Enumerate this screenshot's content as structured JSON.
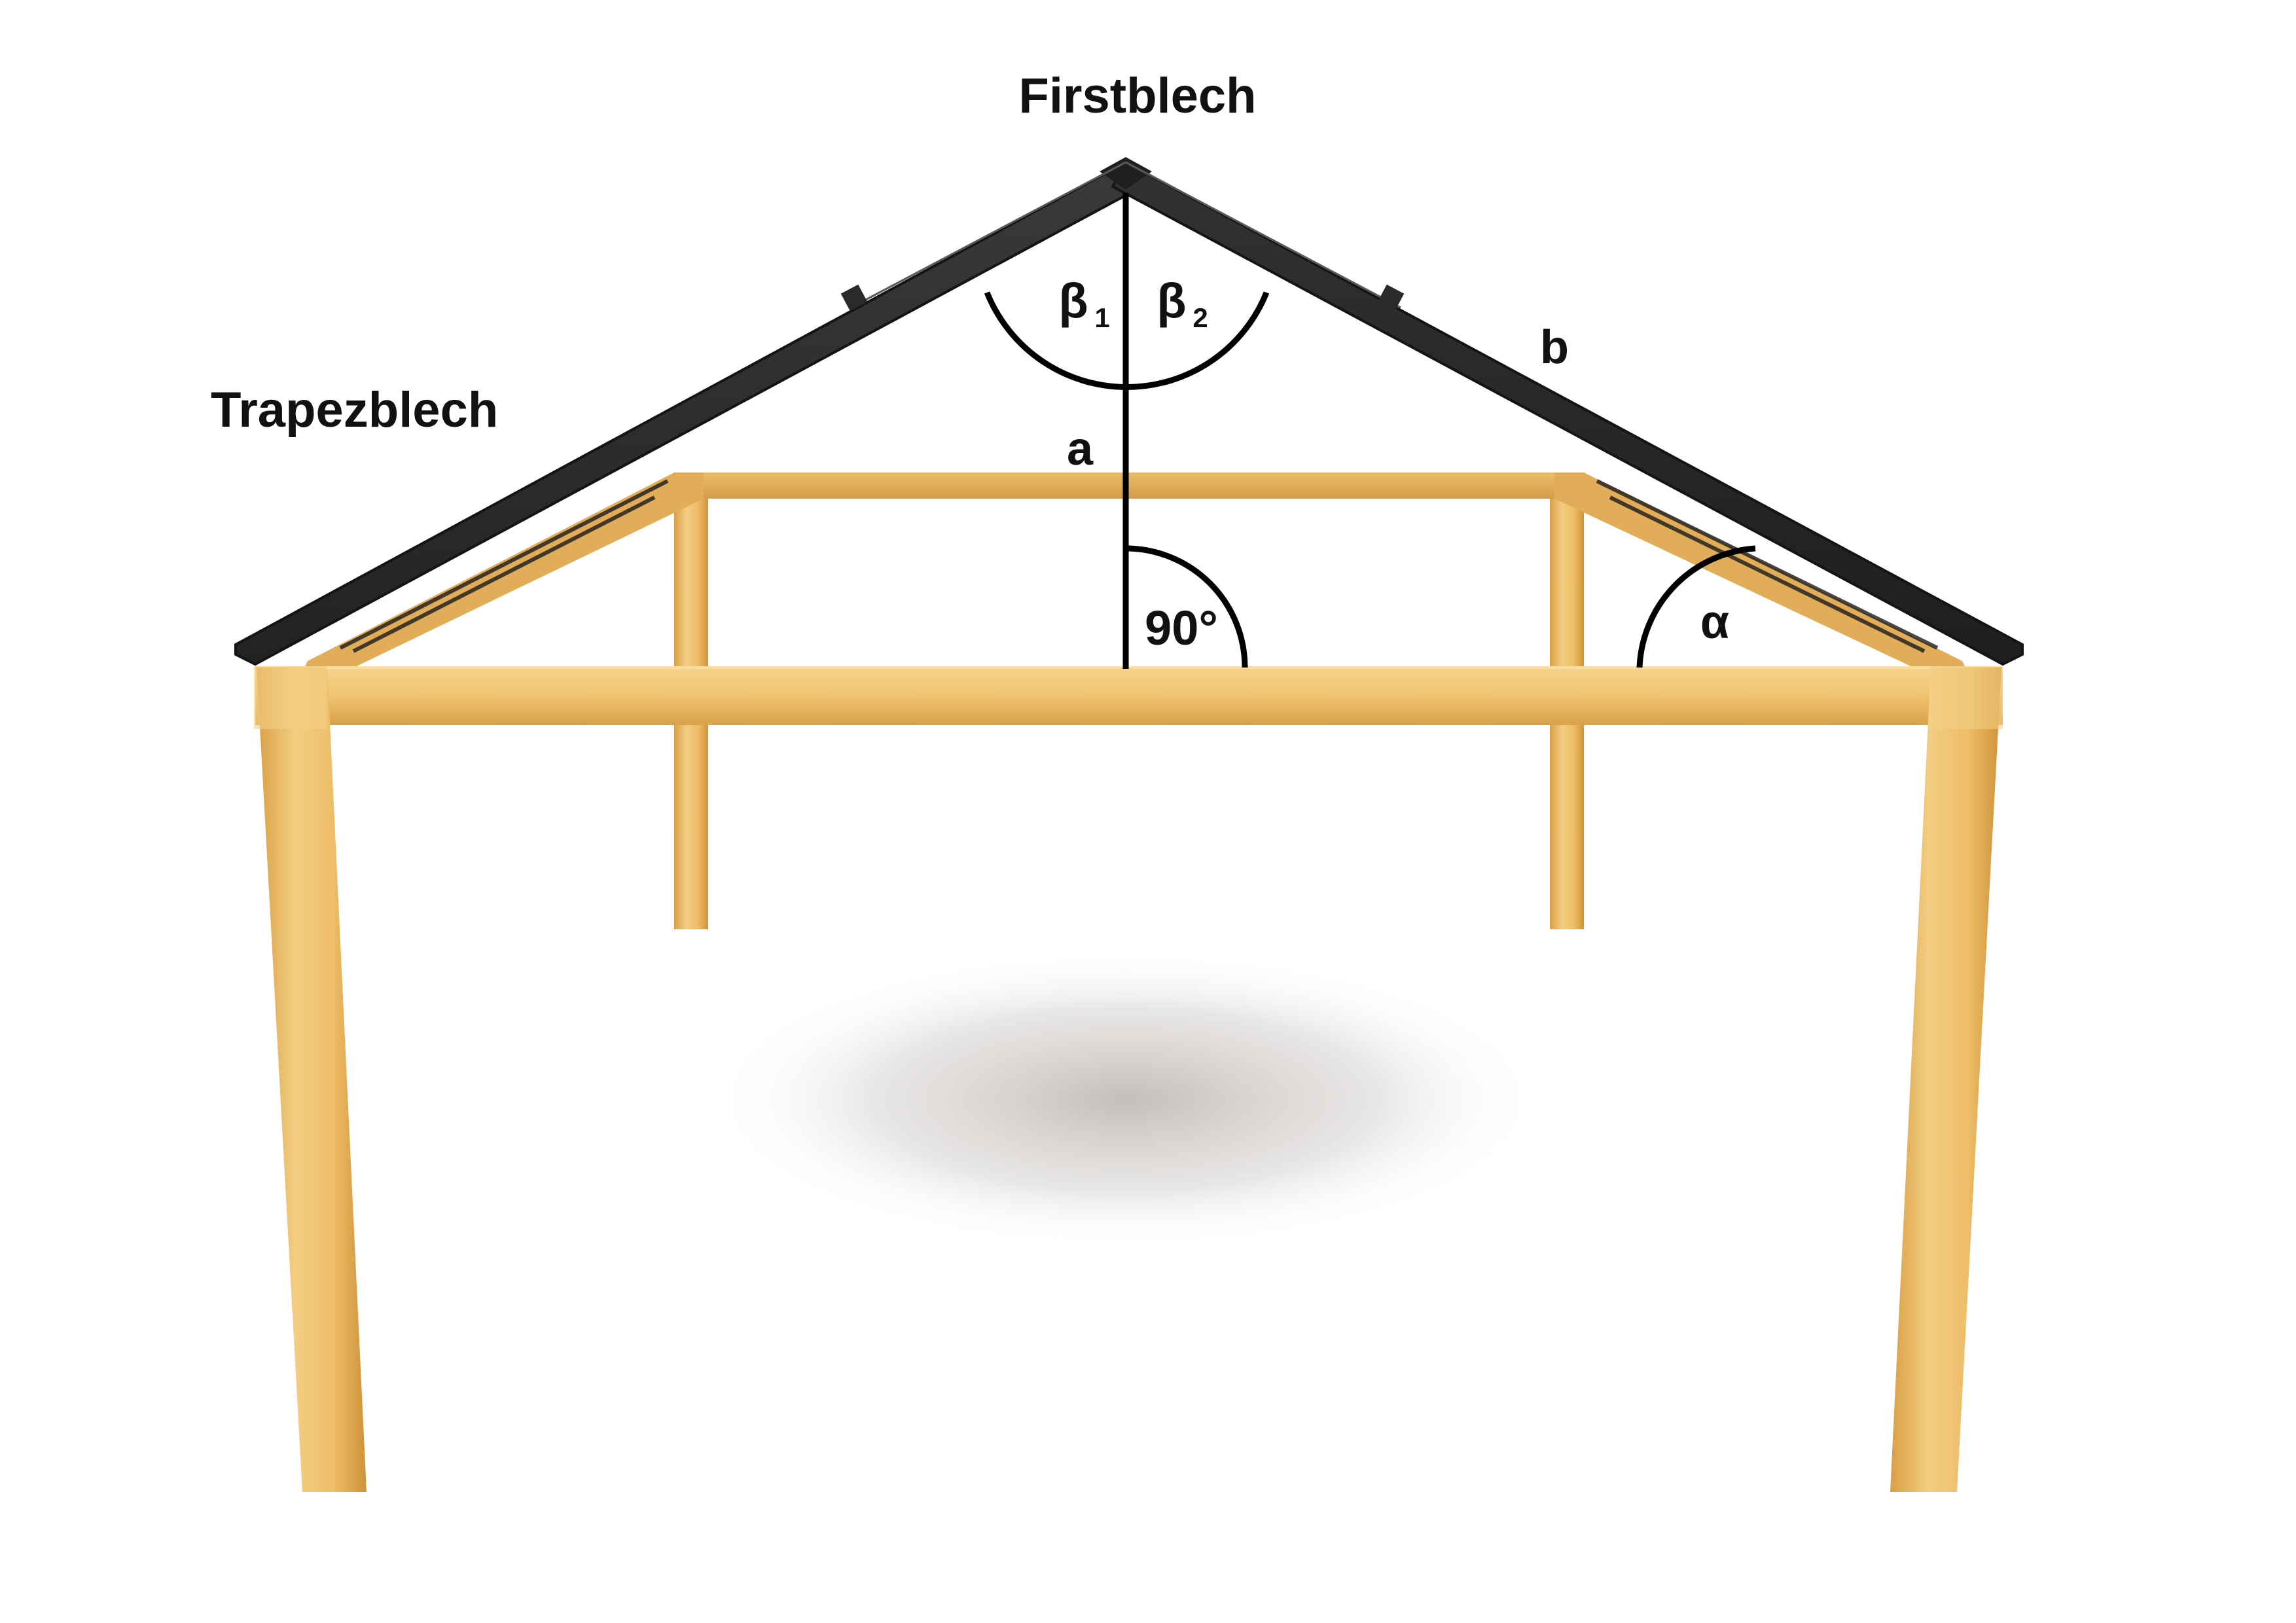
{
  "labels": {
    "ridge_sheet": "Firstblech",
    "trapezoidal_sheet": "Trapezblech",
    "side_a": "a",
    "side_b": "b",
    "angle_right": "90°",
    "angle_alpha": "α",
    "angle_beta1_symbol": "β",
    "angle_beta1_index": "1",
    "angle_beta2_symbol": "β",
    "angle_beta2_index": "2"
  },
  "colors": {
    "background": "#ffffff",
    "roof_sheet": "#2b2b2b",
    "roof_sheet_edge": "#141414",
    "wood_light": "#f1c879",
    "wood_mid": "#e6b35b",
    "wood_dark": "#c98f36",
    "measure_line": "#000000",
    "shadow": "#bdbdbd"
  },
  "icons": {
    "wood_frame": "timber-frame",
    "roof": "gable-roof"
  }
}
